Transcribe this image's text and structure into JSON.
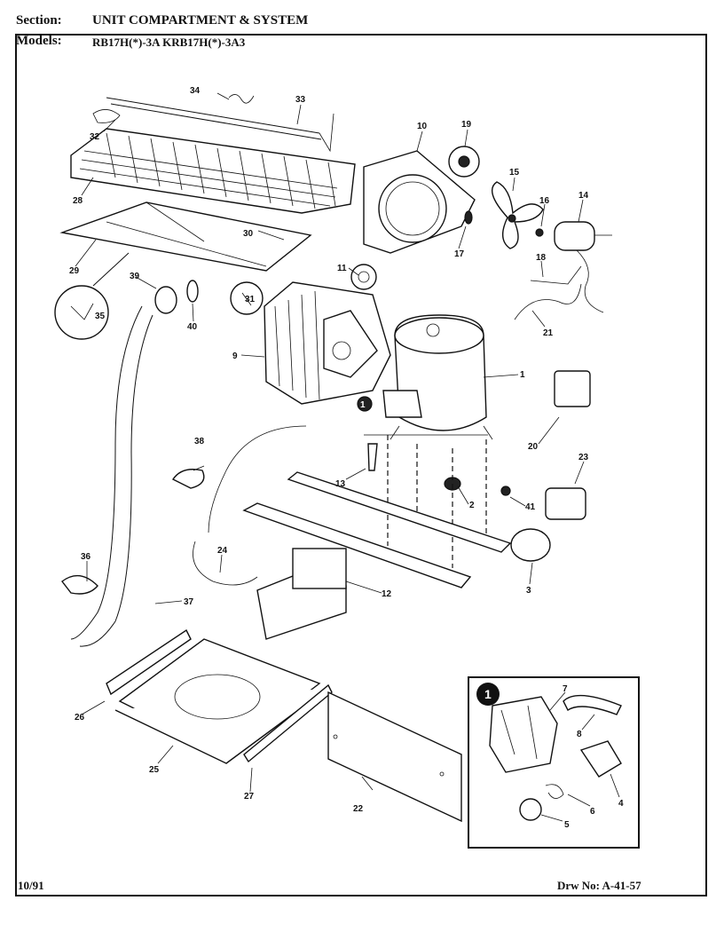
{
  "header": {
    "section_label": "Section:",
    "section_value": "UNIT COMPARTMENT & SYSTEM",
    "models_label": "Models:",
    "models_value": "RB17H(*)-3A  KRB17H(*)-3A3"
  },
  "footer": {
    "date": "10/91",
    "drawing_number": "Drw No: A-41-57"
  },
  "detail_marker": "1",
  "callouts": [
    "1",
    "2",
    "3",
    "4",
    "5",
    "6",
    "7",
    "8",
    "9",
    "10",
    "11",
    "12",
    "13",
    "14",
    "15",
    "16",
    "17",
    "18",
    "19",
    "20",
    "21",
    "22",
    "23",
    "24",
    "25",
    "26",
    "27",
    "28",
    "29",
    "30",
    "31",
    "32",
    "33",
    "34",
    "35",
    "36",
    "37",
    "38",
    "39",
    "40",
    "41"
  ]
}
